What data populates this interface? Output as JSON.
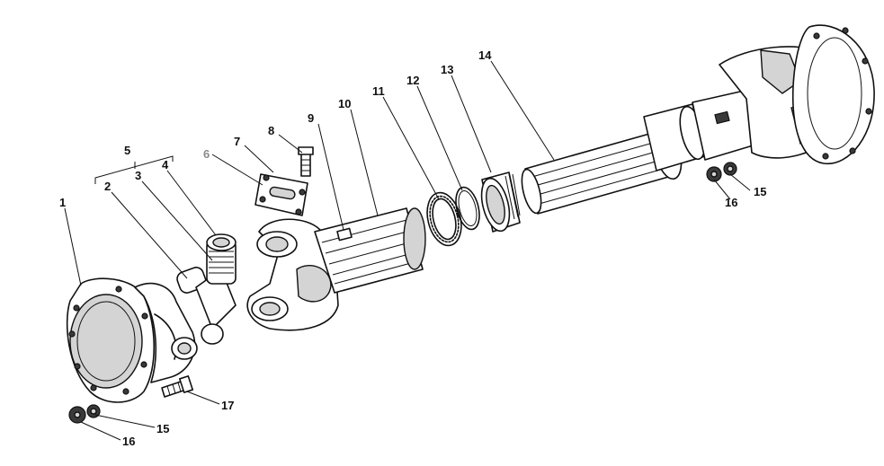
{
  "diagram": {
    "callouts": [
      {
        "id": "1",
        "text": "1"
      },
      {
        "id": "2",
        "text": "2"
      },
      {
        "id": "3",
        "text": "3"
      },
      {
        "id": "4",
        "text": "4"
      },
      {
        "id": "5",
        "text": "5"
      },
      {
        "id": "6",
        "text": "6",
        "color": "#8a8a8a"
      },
      {
        "id": "7",
        "text": "7"
      },
      {
        "id": "8",
        "text": "8"
      },
      {
        "id": "9",
        "text": "9"
      },
      {
        "id": "10",
        "text": "10"
      },
      {
        "id": "11",
        "text": "11"
      },
      {
        "id": "12",
        "text": "12"
      },
      {
        "id": "13",
        "text": "13"
      },
      {
        "id": "14",
        "text": "14"
      },
      {
        "id": "15a",
        "text": "15"
      },
      {
        "id": "16a",
        "text": "16"
      },
      {
        "id": "15b",
        "text": "15"
      },
      {
        "id": "16b",
        "text": "16"
      },
      {
        "id": "17",
        "text": "17"
      }
    ]
  }
}
